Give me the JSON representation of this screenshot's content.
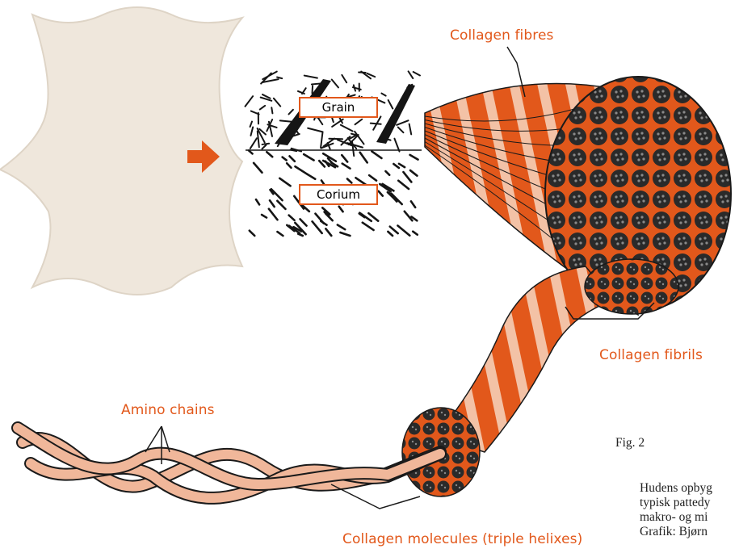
{
  "labels": {
    "collagen_fibres": "Collagen fibres",
    "grain": "Grain",
    "corium": "Corium",
    "collagen_fibrils": "Collagen fibrils",
    "amino_chains": "Amino chains",
    "collagen_molecules": "Collagen molecules (triple helixes)"
  },
  "caption": {
    "fig": "Fig. 2",
    "line1": "Hudens opbyg",
    "line2": "typisk pattedy",
    "line3": "makro- og mi",
    "line4": "Grafik: Bjørn"
  },
  "colors": {
    "accent": "#e2581b",
    "band_light": "#f3c2a6",
    "dark": "#1a1a1a",
    "hide": "#efe7dc",
    "rope": "#f0b79a"
  },
  "icons": {
    "arrow": "right-arrow-icon"
  }
}
